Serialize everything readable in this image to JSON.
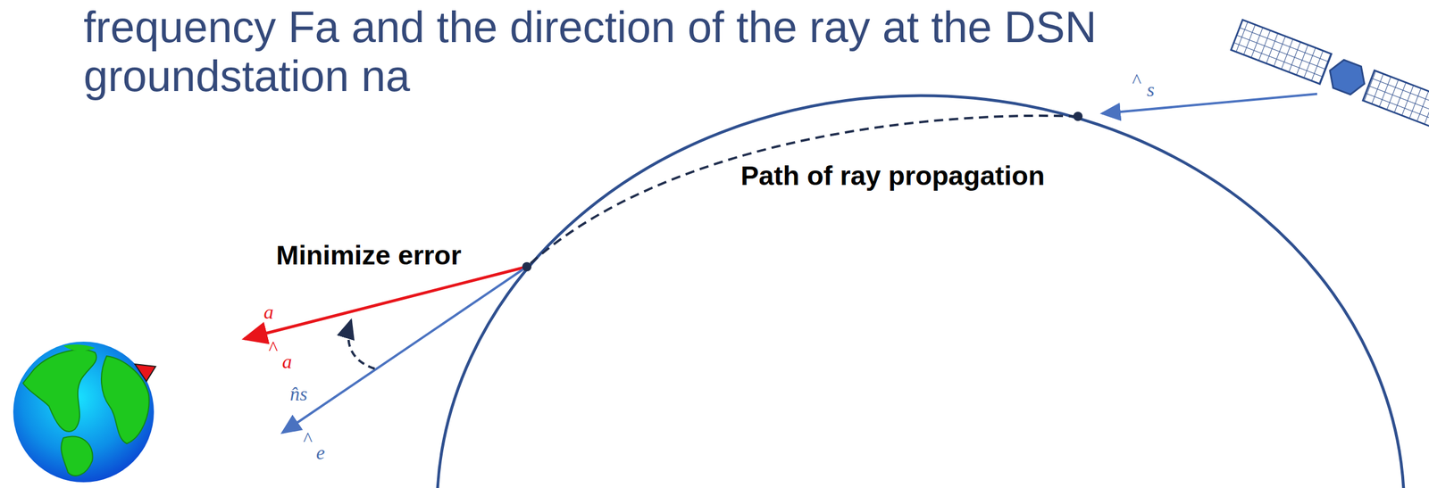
{
  "diagram": {
    "title": "frequency Fa and the direction of the ray at the DSN groundstation na",
    "labels": [
      "Path of ray propagation",
      "Minimize error",
      "^",
      "s",
      "a",
      "^",
      "a",
      "n̂s",
      "^",
      "e"
    ]
  }
}
